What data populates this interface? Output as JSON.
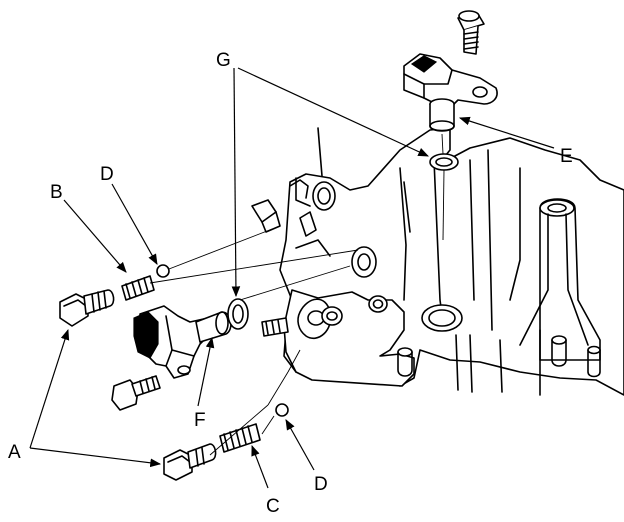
{
  "callouts": {
    "a": "A",
    "b": "B",
    "c": "C",
    "d_upper": "D",
    "d_lower": "D",
    "e": "E",
    "f": "F",
    "g": "G"
  }
}
